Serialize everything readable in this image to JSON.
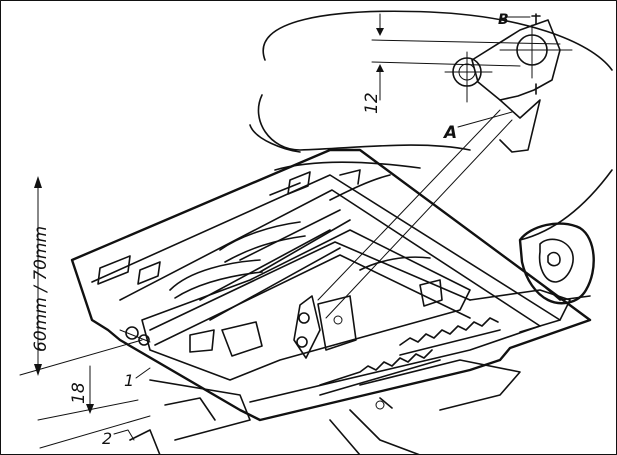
{
  "diagram": {
    "callouts": {
      "A": "A",
      "B": "B",
      "one": "1",
      "two": "2"
    },
    "dimensions": {
      "height_range": "60mm / 70mm",
      "offset_12": "12",
      "offset_18": "18"
    }
  }
}
